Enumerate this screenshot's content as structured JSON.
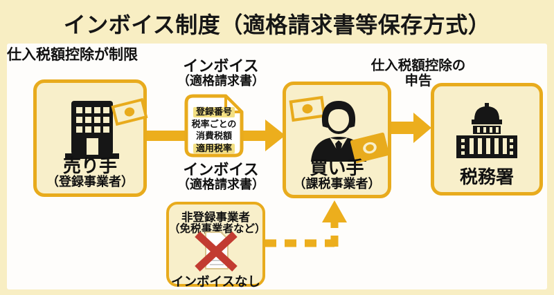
{
  "title": "インボイス制度（適格請求書等保存方式）",
  "colors": {
    "background": "#f8eec3",
    "panel": "#fefdfb",
    "gold_accent": "#e8ab1d",
    "box_fill": "#f8efca",
    "highlight": "#f3e083",
    "red_x": "#c23b31",
    "text": "#161616"
  },
  "boxes": {
    "seller": {
      "label": "売り手",
      "sublabel": "（登録事業者）"
    },
    "buyer": {
      "label": "買い手",
      "sublabel": "（課税事業者）"
    },
    "tax_office": {
      "label": "税務署"
    },
    "non_registered": {
      "line1": "非登録事業者",
      "line2": "（免税事業者など）",
      "caption": "インボイスなし"
    }
  },
  "labels": {
    "invoice_top": {
      "line1": "インボイス",
      "line2": "（適格請求書）"
    },
    "invoice_bottom": {
      "line1": "インボイス",
      "line2": "（適格請求書）"
    },
    "deduction_report": {
      "line1": "仕入税額控除の",
      "line2": "申告"
    },
    "deduction_restricted": "仕入税額控除が制限"
  },
  "invoice_document": {
    "item1": "登録番号",
    "item2": "税率ごとの",
    "item3": "消費税額",
    "item4": "適用税率"
  },
  "icons": {
    "seller": "office-building-icon",
    "buyer": "businessman-icon",
    "tax_office": "government-building-icon",
    "money": "banknote-icon",
    "invoice": "document-icon",
    "no_invoice": "crossed-document-icon"
  }
}
